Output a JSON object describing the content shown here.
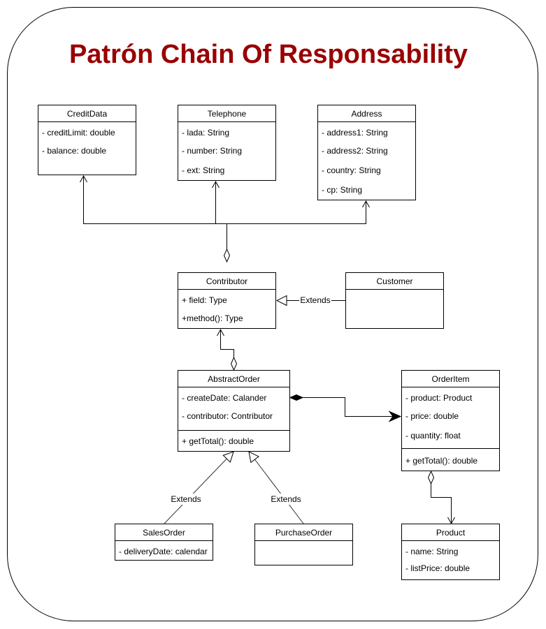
{
  "title": "Patrón Chain Of Responsability",
  "colors": {
    "title": "#990000",
    "stroke": "#000000",
    "background": "#ffffff"
  },
  "classes": {
    "credit_data": {
      "name": "CreditData",
      "attributes": [
        "- creditLimit: double",
        "- balance: double"
      ]
    },
    "telephone": {
      "name": "Telephone",
      "attributes": [
        "- lada: String",
        "- number: String",
        "- ext: String"
      ]
    },
    "address": {
      "name": "Address",
      "attributes": [
        "- address1: String",
        "- address2: String",
        "- country: String",
        "- cp: String"
      ]
    },
    "contributor": {
      "name": "Contributor",
      "attributes": [
        "+ field: Type",
        "+method(): Type"
      ]
    },
    "customer": {
      "name": "Customer"
    },
    "abstract_order": {
      "name": "AbstractOrder",
      "attributes": [
        "- createDate: Calander",
        "- contributor: Contributor"
      ],
      "methods": [
        "+ getTotal(): double"
      ]
    },
    "order_item": {
      "name": "OrderItem",
      "attributes": [
        "- product: Product",
        "- price: double",
        "- quantity: float"
      ],
      "methods": [
        "+ getTotal(): double"
      ]
    },
    "sales_order": {
      "name": "SalesOrder",
      "attributes": [
        "- deliveryDate: calendar"
      ]
    },
    "purchase_order": {
      "name": "PurchaseOrder"
    },
    "product": {
      "name": "Product",
      "attributes": [
        "- name: String",
        "- listPrice: double"
      ]
    }
  },
  "edge_labels": {
    "customer_contributor": "Extends",
    "sales_abstract": "Extends",
    "purchase_abstract": "Extends"
  }
}
